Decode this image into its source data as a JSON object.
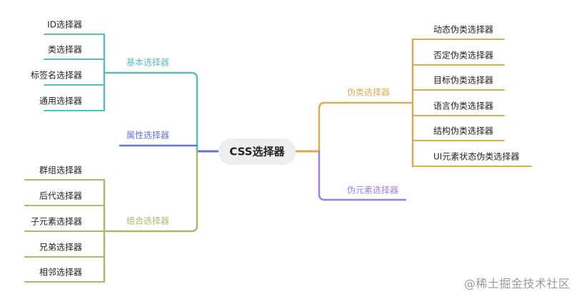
{
  "root": {
    "label": "CSS选择器"
  },
  "colors": {
    "teal": "#5bbcb8",
    "blue": "#6474c8",
    "olive": "#a7bc6a",
    "gold": "#d6ad55",
    "purple": "#9a84d8",
    "root_bg": "#eeeeee",
    "root_text": "#222222"
  },
  "branches": {
    "basic": {
      "label": "基本选择器",
      "children": [
        "ID选择器",
        "类选择器",
        "标签名选择器",
        "通用选择器"
      ]
    },
    "attribute": {
      "label": "属性选择器",
      "children": []
    },
    "combinator": {
      "label": "组合选择器",
      "children": [
        "群组选择器",
        "后代选择器",
        "子元素选择器",
        "兄弟选择器",
        "相邻选择器"
      ]
    },
    "pseudo_class": {
      "label": "伪类选择器",
      "children": [
        "动态伪类选择器",
        "否定伪类选择器",
        "目标伪类选择器",
        "语言伪类选择器",
        "结构伪类选择器",
        "UI元素状态伪类选择器"
      ]
    },
    "pseudo_element": {
      "label": "伪元素选择器",
      "children": []
    }
  },
  "watermark": "@稀土掘金技术社区"
}
